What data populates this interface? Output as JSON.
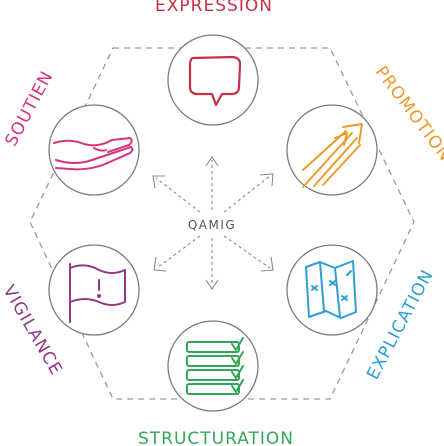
{
  "center_label": "QAMIG",
  "nodes": [
    {
      "key": "expression",
      "label": "EXPRESSION",
      "color": "#c43148",
      "icon": "speech-bubble-icon"
    },
    {
      "key": "promotion",
      "label": "PROMOTION",
      "color": "#ef9a2a",
      "icon": "rising-arrows-icon"
    },
    {
      "key": "explication",
      "label": "EXPLICATION",
      "color": "#2d9fd3",
      "icon": "map-icon"
    },
    {
      "key": "structuration",
      "label": "STRUCTURATION",
      "color": "#34a65a",
      "icon": "stacked-checklist-icon"
    },
    {
      "key": "vigilance",
      "label": "VIGILANCE",
      "color": "#8e3b87",
      "icon": "warning-flag-icon"
    },
    {
      "key": "soutien",
      "label": "SOUTIEN",
      "color": "#d4357e",
      "icon": "open-hand-icon"
    }
  ]
}
